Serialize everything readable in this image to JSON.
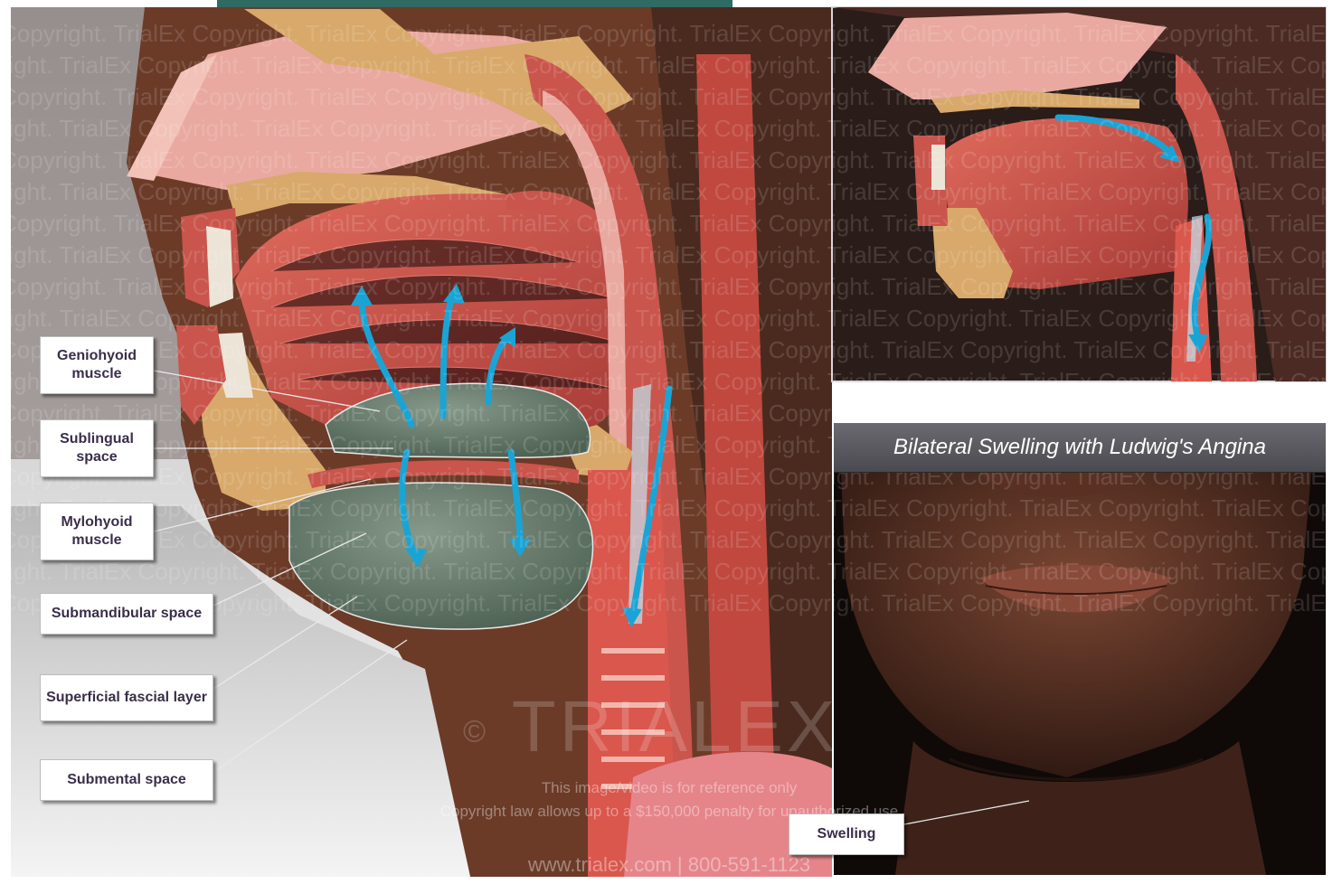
{
  "title": "Bilateral Swelling with Ludwig's Angina",
  "labels": {
    "geniohyoid": [
      "Geniohyoid",
      "muscle"
    ],
    "sublingual": [
      "Sublingual",
      "space"
    ],
    "mylohyoid": [
      "Mylohyoid",
      "muscle"
    ],
    "submandibular": "Submandibular space",
    "superficial": "Superficial fascial layer",
    "submental": "Submental space",
    "swelling": "Swelling"
  },
  "watermark": {
    "copyright_symbol": "©",
    "brand": "TRIALEX",
    "line1": "This image/video is for reference only",
    "line2": "Copyright law allows up to a $150,000 penalty for unauthorized use",
    "contact": "www.trialex.com  |  800-591-1123",
    "tile": "Copyright. TrialEx"
  },
  "colors": {
    "arrow": "#1aa4d6",
    "muscle": "#c8514c",
    "space_fill": "#6f8676",
    "bone": "#d8a96a",
    "skin": "#6e3d2a"
  }
}
